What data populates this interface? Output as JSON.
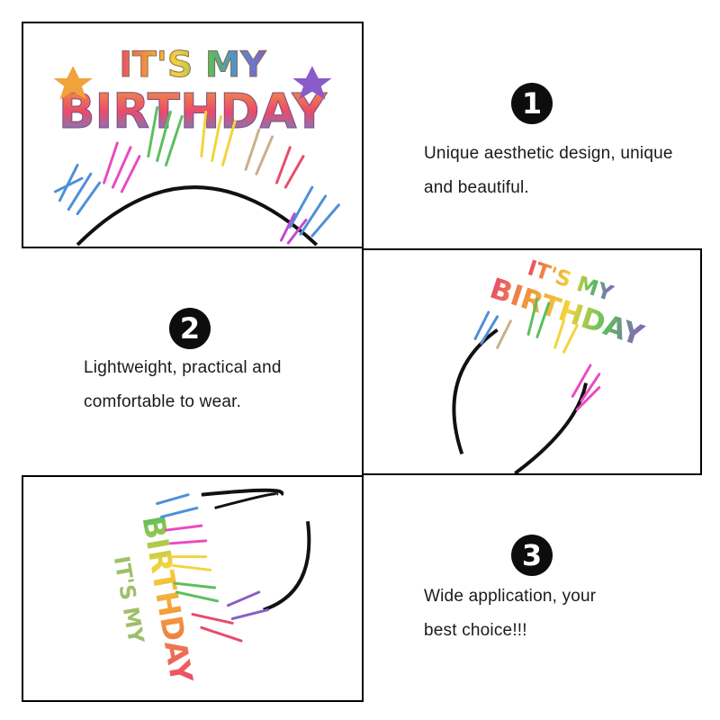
{
  "features": [
    {
      "number": "1",
      "line1": "Unique aesthetic design, unique",
      "line2": "and beautiful."
    },
    {
      "number": "2",
      "line1": "Lightweight, practical and",
      "line2": "comfortable to wear."
    },
    {
      "number": "3",
      "line1": "Wide application, your",
      "line2": "best choice!!!"
    }
  ],
  "product_text": {
    "top_line": "IT'S MY",
    "main_word": "BIRTHDAY"
  },
  "colors": {
    "frame_border": "#000000",
    "badge_bg": "#0d0d0d",
    "badge_fg": "#ffffff",
    "rainbow": [
      "#e94b6a",
      "#f29a3a",
      "#f4d33c",
      "#5bbf5a",
      "#4f8fd8",
      "#8a5cc8"
    ]
  }
}
